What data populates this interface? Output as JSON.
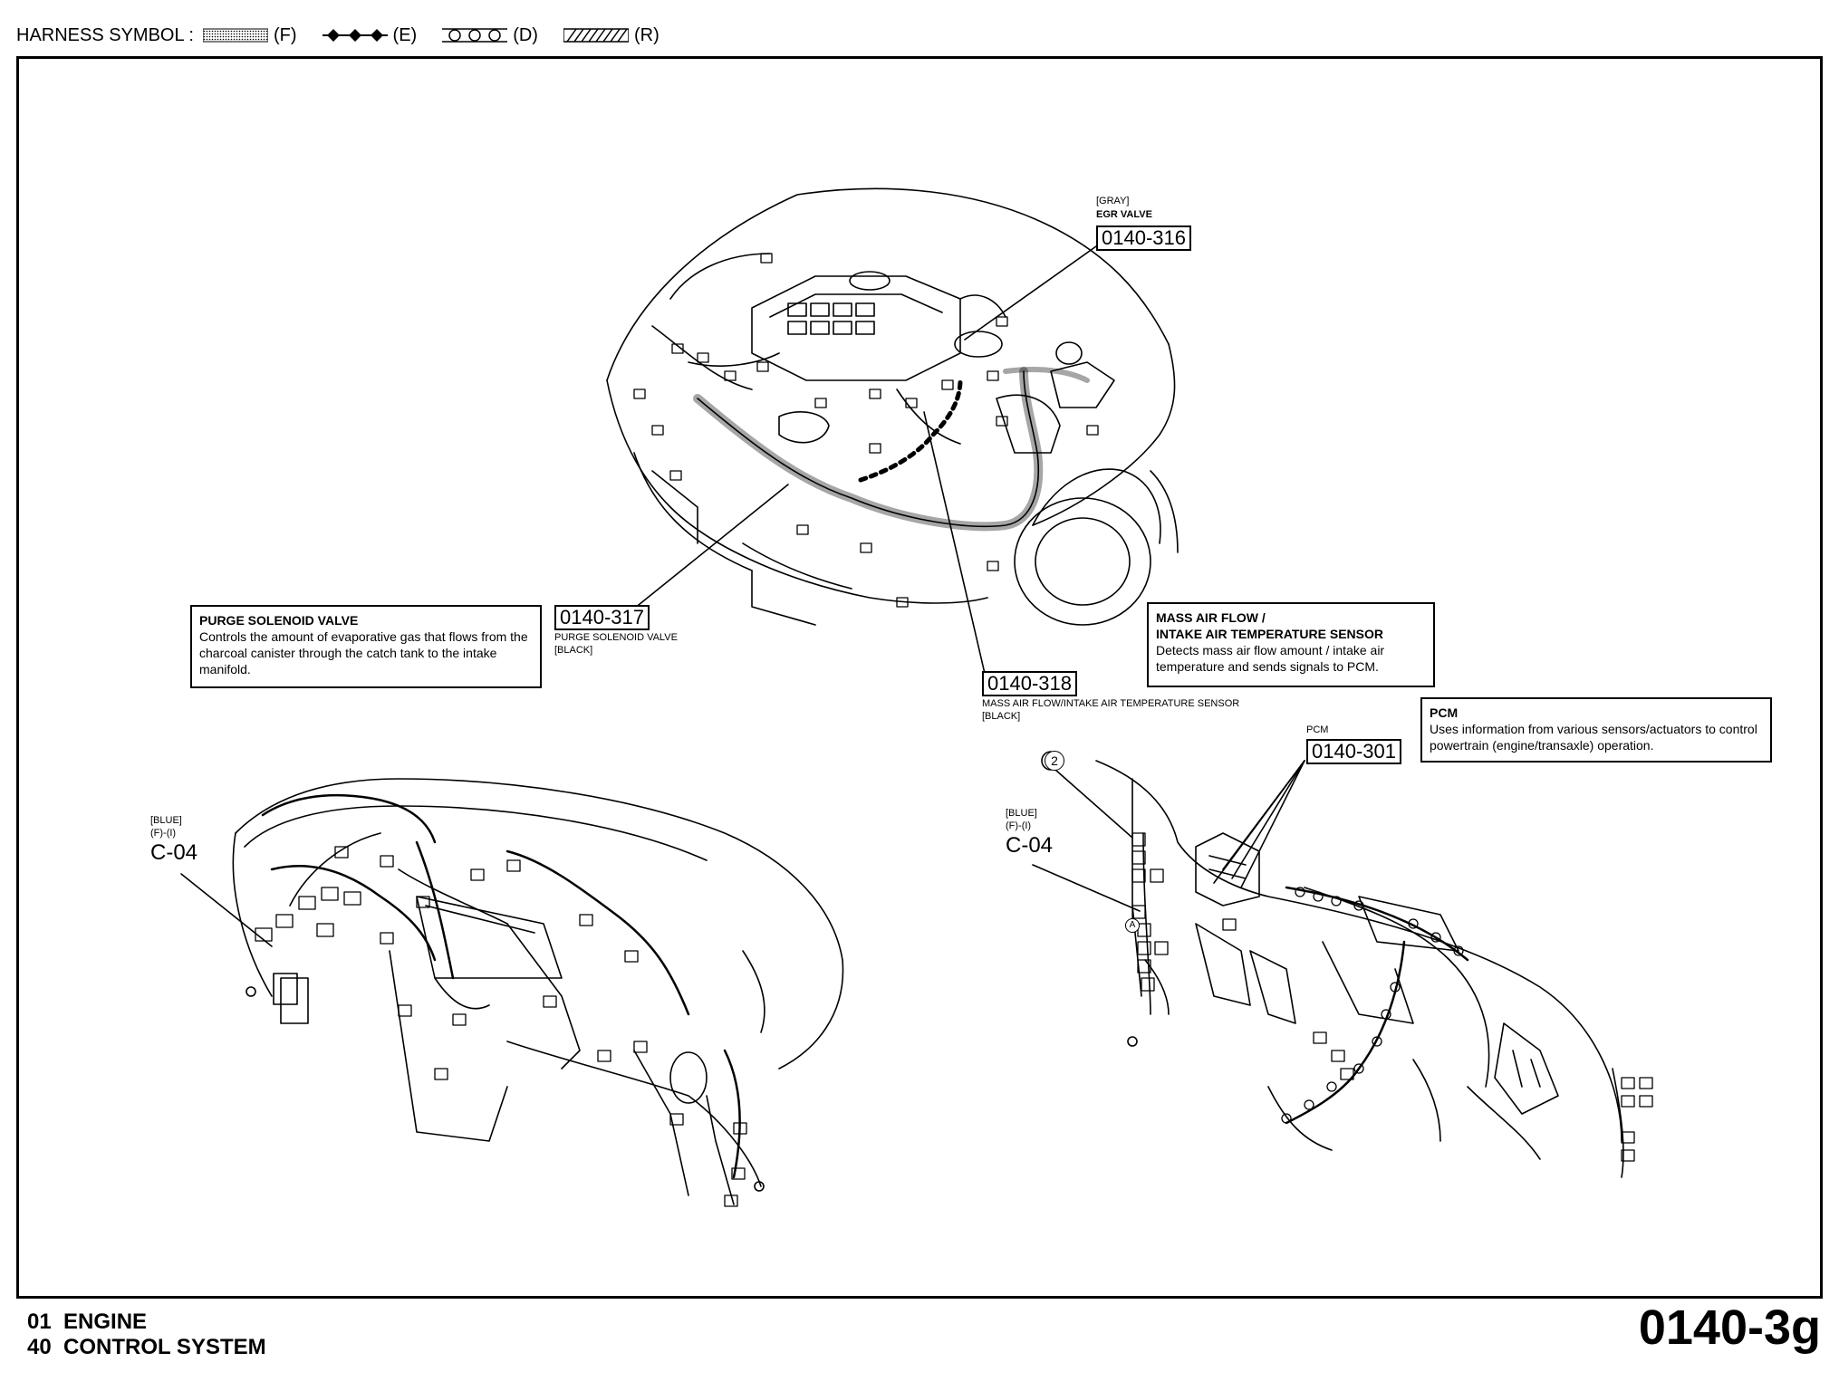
{
  "legend": {
    "prefix": "HARNESS SYMBOL :",
    "symbols": [
      {
        "code": "(F)",
        "icon": "dotted-band"
      },
      {
        "code": "(E)",
        "icon": "diamond-chain"
      },
      {
        "code": "(D)",
        "icon": "circle-chain"
      },
      {
        "code": "(R)",
        "icon": "hatched-band"
      }
    ]
  },
  "connectors": {
    "c316": {
      "id": "0140-316",
      "color": "[GRAY]",
      "name": "EGR VALVE"
    },
    "c317": {
      "id": "0140-317",
      "name": "PURGE SOLENOID VALVE",
      "color": "[BLACK]"
    },
    "c318": {
      "id": "0140-318",
      "name": "MASS AIR FLOW/INTAKE AIR TEMPERATURE SENSOR",
      "color": "[BLACK]"
    },
    "c301": {
      "id": "0140-301",
      "name": "PCM"
    },
    "c04_left": {
      "color": "[BLUE]",
      "code": "(F)-(I)",
      "id": "C-04"
    },
    "c04_right": {
      "color": "[BLUE]",
      "code": "(F)-(I)",
      "id": "C-04"
    }
  },
  "notes": {
    "purge": {
      "title": "PURGE SOLENOID VALVE",
      "body": "Controls the amount of evaporative gas that flows from the charcoal canister through the catch tank to the intake manifold."
    },
    "maf": {
      "title1": "MASS AIR FLOW /",
      "title2": "INTAKE AIR TEMPERATURE SENSOR",
      "body": "Detects mass air flow amount / intake air temperature and sends signals to PCM."
    },
    "pcm": {
      "title": "PCM",
      "body": "Uses information from various sensors/actuators to control powertrain (engine/transaxle) operation."
    }
  },
  "callouts": {
    "two": "2",
    "a": "A"
  },
  "footer": {
    "line1_num": "01",
    "line1_text": "ENGINE",
    "line2_num": "40",
    "line2_text": "CONTROL SYSTEM",
    "page": "0140-3g"
  }
}
